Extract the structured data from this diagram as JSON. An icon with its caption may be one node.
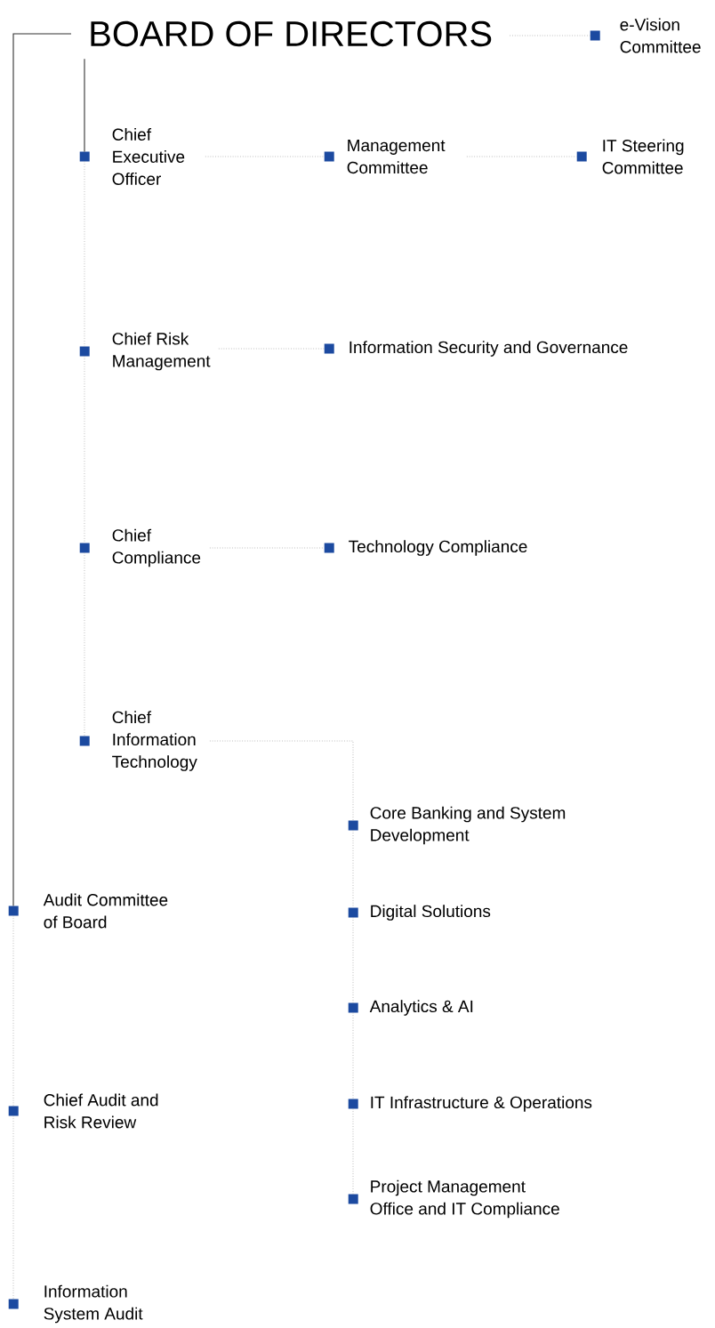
{
  "diagram": {
    "nodes": [
      {
        "text": [
          "BOARD OF DIRECTORS"
        ]
      },
      {
        "text": [
          "e-Vision Committee"
        ]
      },
      {
        "text": [
          "Chief Executive Officer"
        ]
      },
      {
        "text": [
          "Management Committee"
        ]
      },
      {
        "text": [
          "IT Steering Committee"
        ]
      },
      {
        "text": [
          "Chief Risk Management"
        ]
      },
      {
        "text": [
          "Information Security and Governance"
        ]
      },
      {
        "text": [
          "Chief Compliance"
        ]
      },
      {
        "text": [
          "Technology Compliance"
        ]
      },
      {
        "text": [
          "Chief Information Technology"
        ]
      },
      {
        "text": [
          "Core Banking and System Development"
        ]
      },
      {
        "text": [
          "Audit Committee of Board"
        ]
      },
      {
        "text": [
          "Digital Solutions"
        ]
      },
      {
        "text": [
          "Analytics & AI"
        ]
      },
      {
        "text": [
          "IT Infrastructure & Operations"
        ]
      },
      {
        "text": [
          "Chief Audit and Risk Review"
        ]
      },
      {
        "text": [
          "Project Management Office and IT Compliance"
        ]
      },
      {
        "text": [
          "Information System Audit"
        ]
      }
    ],
    "edges": [
      {
        "from": 0,
        "to": 1,
        "arrow": "none",
        "style": "dashed"
      },
      {
        "from": 0,
        "to": 2,
        "arrow": "none",
        "color": "#333333"
      },
      {
        "from": 2,
        "to": 5,
        "arrow": "none",
        "style": "dashed"
      },
      {
        "from": 5,
        "to": 7,
        "arrow": "none",
        "style": "dashed"
      },
      {
        "from": 7,
        "to": 9,
        "arrow": "none",
        "style": "dashed"
      },
      {
        "from": 2,
        "to": 3,
        "arrow": "none",
        "style": "dashed"
      },
      {
        "from": 3,
        "to": 4,
        "arrow": "none",
        "style": "dashed"
      },
      {
        "from": 5,
        "to": 6,
        "arrow": "none",
        "style": "dashed"
      },
      {
        "from": 7,
        "to": 8,
        "arrow": "none",
        "style": "dashed"
      },
      {
        "from": 9,
        "to": 10,
        "arrow": "none",
        "style": "dashed"
      },
      {
        "from": 10,
        "to": 12,
        "arrow": "none",
        "style": "dashed"
      },
      {
        "from": 12,
        "to": 13,
        "arrow": "none",
        "style": "dashed"
      },
      {
        "from": 13,
        "to": 14,
        "arrow": "none",
        "style": "dashed"
      },
      {
        "from": 14,
        "to": 16,
        "arrow": "none",
        "style": "dashed"
      },
      {
        "from": 0,
        "to": 11,
        "arrow": "none",
        "color": "#333333"
      },
      {
        "from": 11,
        "to": 15,
        "arrow": "none",
        "style": "dashed"
      },
      {
        "from": 15,
        "to": 17,
        "arrow": "none",
        "style": "dashed"
      }
    ]
  }
}
